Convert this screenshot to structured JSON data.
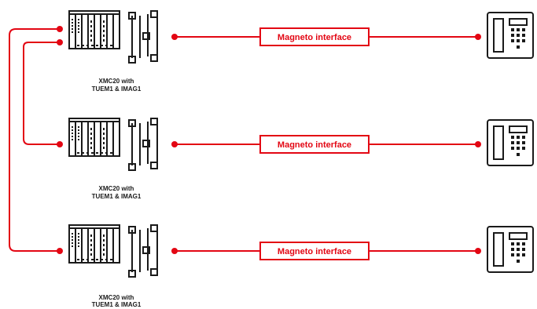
{
  "colors": {
    "accent": "#e30613",
    "device": "#1a1a1a",
    "background": "#ffffff"
  },
  "rows": [
    {
      "node_label_line1": "XMC20 with",
      "node_label_line2": "TUEM1 & IMAG1",
      "interface_label": "Magneto interface",
      "device_icon": "xmc20-rack-icon",
      "endpoint_icon": "telephone-icon"
    },
    {
      "node_label_line1": "XMC20 with",
      "node_label_line2": "TUEM1 & IMAG1",
      "interface_label": "Magneto interface",
      "device_icon": "xmc20-rack-icon",
      "endpoint_icon": "telephone-icon"
    },
    {
      "node_label_line1": "XMC20 with",
      "node_label_line2": "TUEM1 & IMAG1",
      "interface_label": "Magneto interface",
      "device_icon": "xmc20-rack-icon",
      "endpoint_icon": "telephone-icon"
    }
  ]
}
